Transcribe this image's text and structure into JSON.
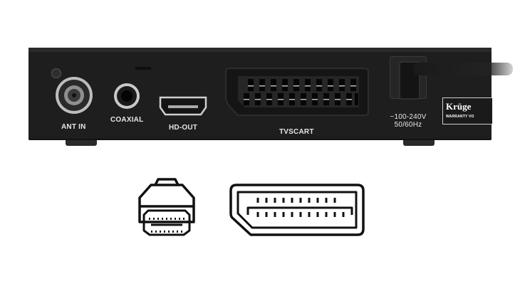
{
  "device": {
    "ports": [
      {
        "id": "ant-in",
        "label": "ANT IN"
      },
      {
        "id": "coaxial",
        "label": "COAXIAL"
      },
      {
        "id": "hd-out",
        "label": "HD-OUT"
      },
      {
        "id": "tvscart",
        "label": "TVSCART"
      }
    ],
    "power": {
      "voltage": "~100-240V",
      "frequency": "50/60Hz"
    },
    "sticker": {
      "brand": "Krüge",
      "subtitle": "WARRANTY VO"
    }
  },
  "icons": [
    {
      "name": "hdmi-connector-icon"
    },
    {
      "name": "displayport-connector-icon"
    }
  ]
}
